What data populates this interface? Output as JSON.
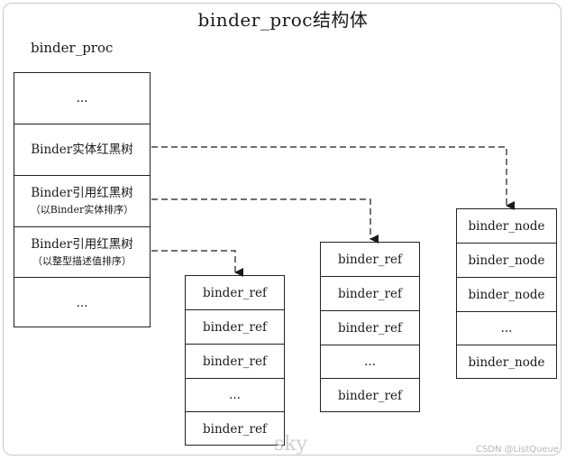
{
  "title": "binder_proc结构体",
  "proc_label": "binder_proc",
  "proc_cells": [
    {
      "main": "...",
      "sub": ""
    },
    {
      "main": "Binder实体红黑树",
      "sub": ""
    },
    {
      "main": "Binder引用红黑树",
      "sub": "（以Binder实体排序）"
    },
    {
      "main": "Binder引用红黑树",
      "sub": "（以整型描述值排序）"
    },
    {
      "main": "...",
      "sub": ""
    }
  ],
  "ref_list_desc": [
    "binder_ref",
    "binder_ref",
    "binder_ref",
    "...",
    "binder_ref"
  ],
  "ref_list_node": [
    "binder_ref",
    "binder_ref",
    "binder_ref",
    "...",
    "binder_ref"
  ],
  "node_list": [
    "binder_node",
    "binder_node",
    "binder_node",
    "...",
    "binder_node"
  ],
  "watermark": "sky",
  "credit": "CSDN @ListQueue"
}
